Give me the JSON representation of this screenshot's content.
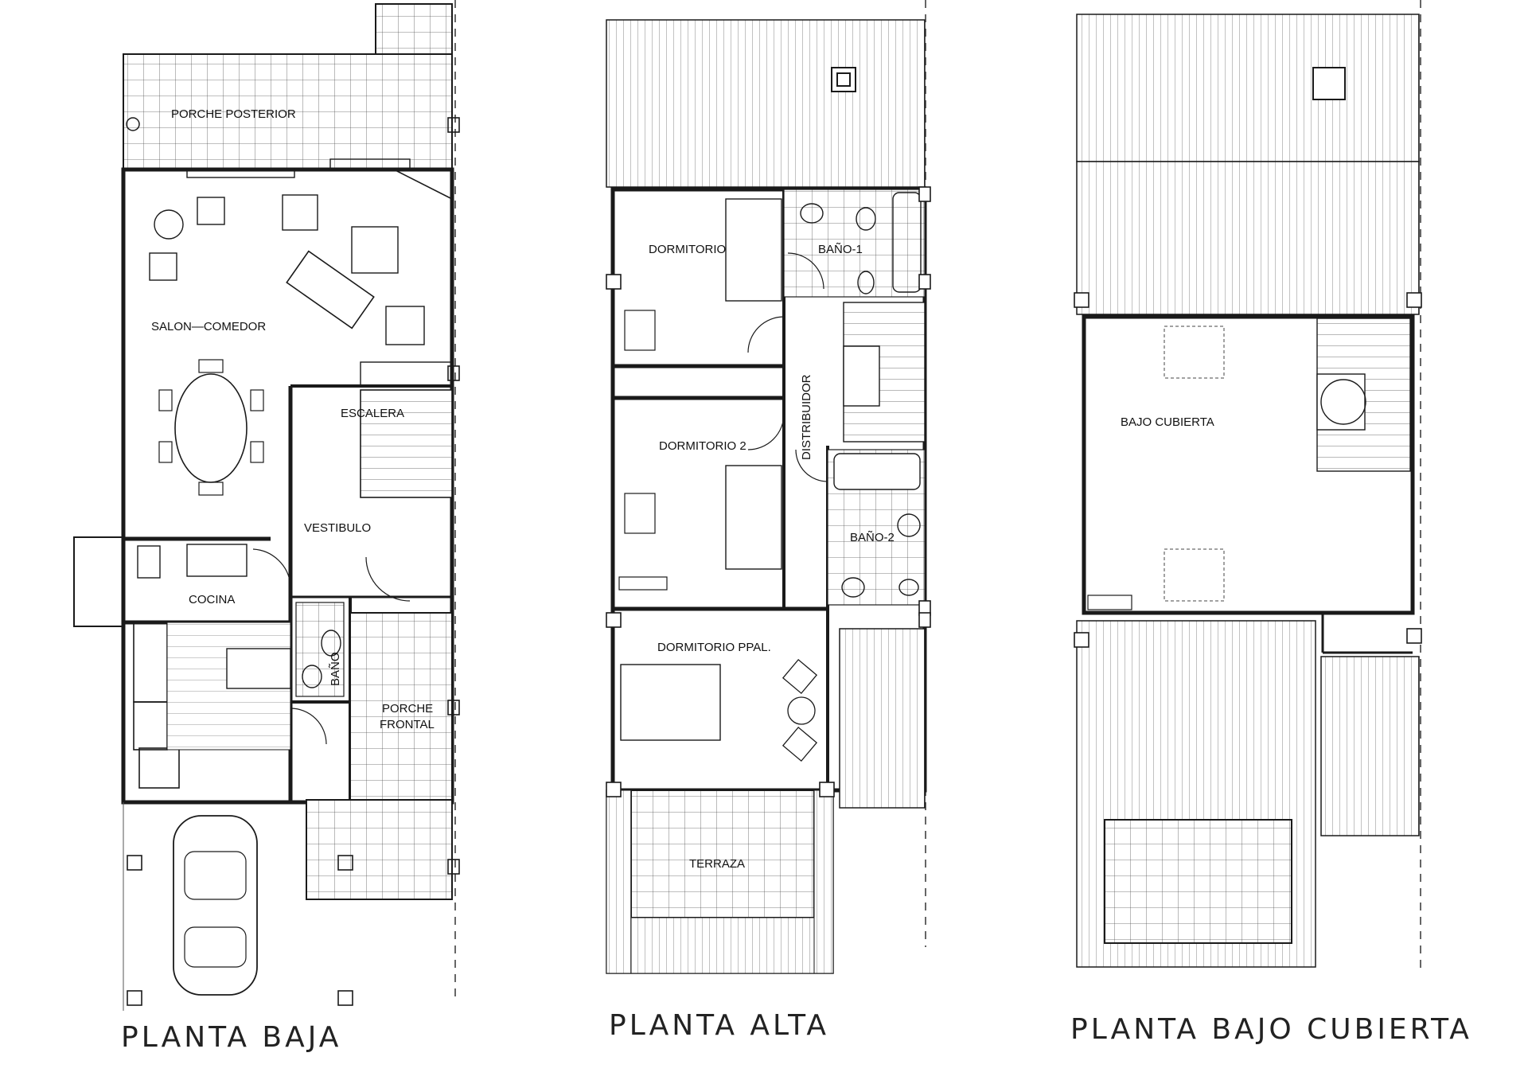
{
  "planta_baja": {
    "title": "PLANTA  BAJA",
    "rooms": {
      "porche_posterior": "PORCHE  POSTERIOR",
      "salon_comedor": "SALON—COMEDOR",
      "escalera": "ESCALERA",
      "vestibulo": "VESTIBULO",
      "cocina": "COCINA",
      "bano": "BAÑO",
      "porche_frontal_1": "PORCHE",
      "porche_frontal_2": "FRONTAL"
    }
  },
  "planta_alta": {
    "title": "PLANTA  ALTA",
    "rooms": {
      "dormitorio": "DORMITORIO",
      "bano_1": "BAÑO-1",
      "distribuidor": "DISTRIBUIDOR",
      "dormitorio_2": "DORMITORIO 2",
      "bano_2": "BAÑO-2",
      "dormitorio_ppal": "DORMITORIO PPAL.",
      "terraza": "TERRAZA"
    }
  },
  "planta_bajo_cubierta": {
    "title": "PLANTA  BAJO  CUBIERTA",
    "rooms": {
      "bajo_cubierta": "BAJO  CUBIERTA"
    }
  },
  "colors": {
    "line": "#1a1a1a",
    "background": "#ffffff"
  }
}
